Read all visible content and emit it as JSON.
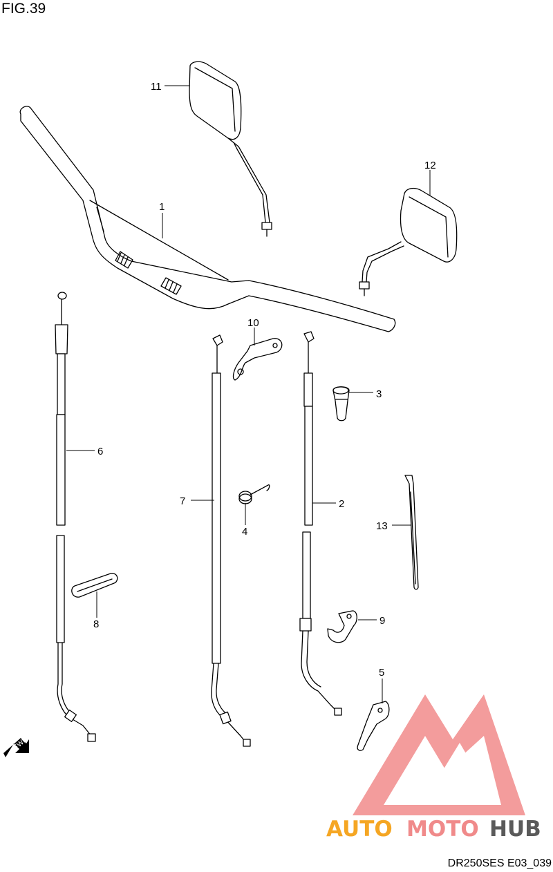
{
  "figure": {
    "title": "FIG.39",
    "code": "DR250SES E03_039"
  },
  "callouts": [
    "1",
    "2",
    "3",
    "4",
    "5",
    "6",
    "7",
    "8",
    "9",
    "10",
    "11",
    "12",
    "13"
  ],
  "fwd_label": "FWD",
  "watermark": {
    "part1": "AUTO",
    "part2": "MOTO",
    "part3": "HUB",
    "colors": {
      "auto": "#f5a623",
      "moto": "#f08a8a",
      "hub": "#5a5a5a",
      "logo": "#f07070"
    }
  }
}
